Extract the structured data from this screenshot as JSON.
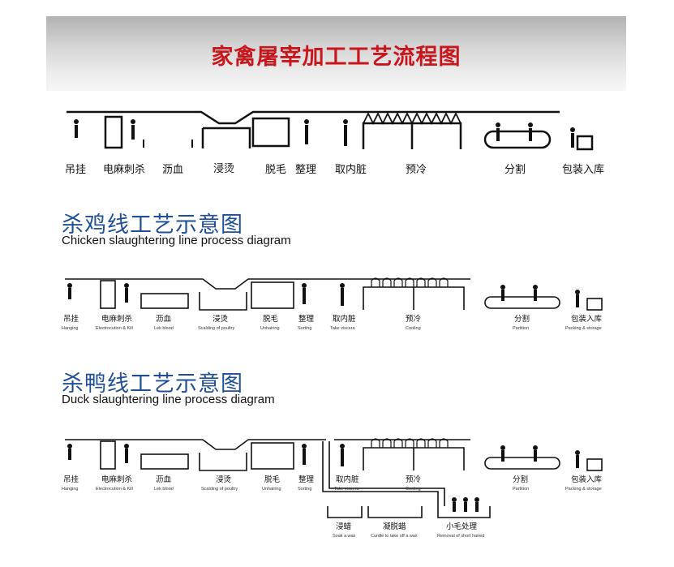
{
  "header": {
    "title": "家禽屠宰加工工艺流程图"
  },
  "overview_steps": [
    "吊挂",
    "电麻刺杀",
    "沥血",
    "浸烫",
    "脱毛",
    "整理",
    "取内脏",
    "预冷",
    "分割",
    "包装入库"
  ],
  "chicken": {
    "title": "杀鸡线工艺示意图",
    "subtitle": "Chicken slaughtering line process diagram",
    "steps": [
      {
        "cn": "吊挂",
        "en": "Hanging"
      },
      {
        "cn": "电麻刺杀",
        "en": "Electrocution & Kill"
      },
      {
        "cn": "沥血",
        "en": "Lek blood"
      },
      {
        "cn": "浸烫",
        "en": "Scalding of poultry"
      },
      {
        "cn": "脱毛",
        "en": "Unhairing"
      },
      {
        "cn": "整理",
        "en": "Sorting"
      },
      {
        "cn": "取内脏",
        "en": "Take viscera"
      },
      {
        "cn": "预冷",
        "en": "Cooling"
      },
      {
        "cn": "分割",
        "en": "Partition"
      },
      {
        "cn": "包装入库",
        "en": "Packing & storage"
      }
    ]
  },
  "duck": {
    "title": "杀鸭线工艺示意图",
    "subtitle": "Duck slaughtering line process diagram",
    "steps": [
      {
        "cn": "吊挂",
        "en": "Hanging"
      },
      {
        "cn": "电麻刺杀",
        "en": "Electrocution & Kill"
      },
      {
        "cn": "沥血",
        "en": "Lek blood"
      },
      {
        "cn": "浸烫",
        "en": "Scalding of poultry"
      },
      {
        "cn": "脱毛",
        "en": "Unhairing"
      },
      {
        "cn": "整理",
        "en": "Sorting"
      },
      {
        "cn": "取内脏",
        "en": "Take viscera"
      },
      {
        "cn": "预冷",
        "en": "Cooling"
      },
      {
        "cn": "分割",
        "en": "Partition"
      },
      {
        "cn": "包装入库",
        "en": "Packing & storage"
      }
    ],
    "wax_steps": [
      {
        "cn": "浸蜡",
        "en": "Soak a wax"
      },
      {
        "cn": "凝脱蜡",
        "en": "Curdle to take off a wax"
      },
      {
        "cn": "小毛处理",
        "en": "Removal of short haired"
      }
    ]
  }
}
